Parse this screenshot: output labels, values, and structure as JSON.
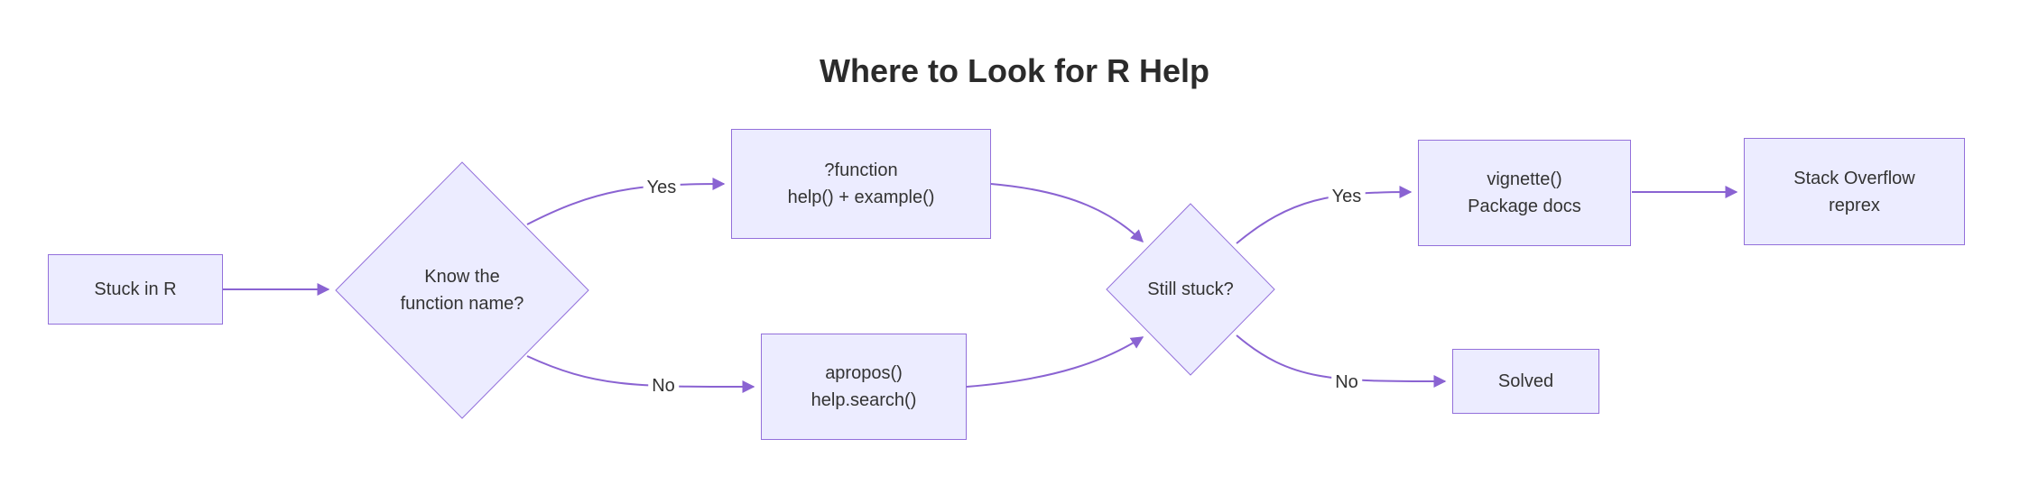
{
  "title": "Where to Look for R Help",
  "colors": {
    "node_fill": "#ECECFF",
    "node_border": "#9370DB",
    "edge": "#8A63D2",
    "text": "#333333"
  },
  "nodes": {
    "stuck": {
      "label": "Stuck in R"
    },
    "know": {
      "line1": "Know the",
      "line2": "function name?"
    },
    "function_help": {
      "line1": "?function",
      "line2": "help() + example()"
    },
    "apropos": {
      "line1": "apropos()",
      "line2": "help.search()"
    },
    "still_stuck": {
      "label": "Still stuck?"
    },
    "vignette": {
      "line1": "vignette()",
      "line2": "Package docs"
    },
    "solved": {
      "label": "Solved"
    },
    "stack_overflow": {
      "line1": "Stack Overflow",
      "line2": "reprex"
    }
  },
  "edge_labels": {
    "know_yes": "Yes",
    "know_no": "No",
    "still_yes": "Yes",
    "still_no": "No"
  }
}
